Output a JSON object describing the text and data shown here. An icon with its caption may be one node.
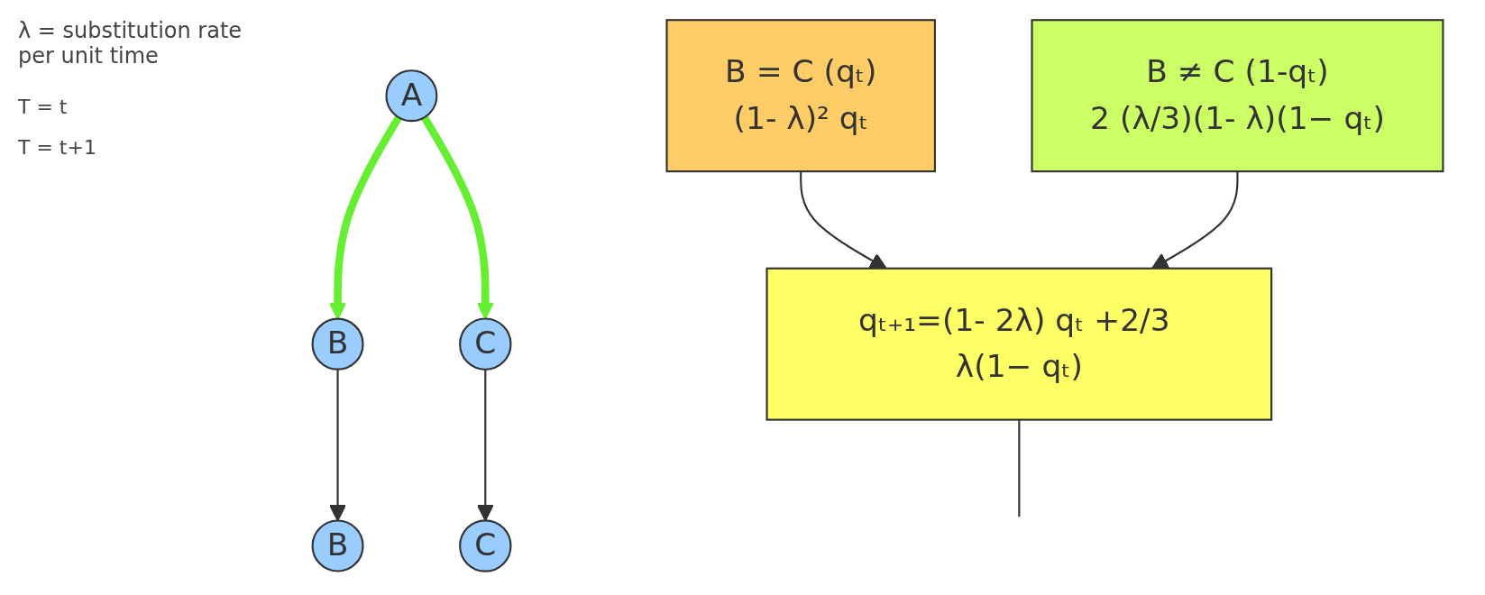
{
  "diagram": {
    "title": "λ = substitution rate per unit time",
    "nodes": [
      {
        "text": [
          "A"
        ]
      },
      {
        "text": [
          "B"
        ]
      },
      {
        "text": [
          "C"
        ]
      },
      {
        "text": [
          "B"
        ]
      },
      {
        "text": [
          "C"
        ]
      },
      {
        "text": [
          "B = C (qₜ)",
          "(1- λ)² qₜ"
        ]
      },
      {
        "text": [
          "B ≠ C (1-qₜ)",
          "2 (λ/3)(1- λ)(1− qₜ)"
        ]
      },
      {
        "text": [
          "qₜ₊₁=(1- 2λ) qₜ +2/3 λ(1− qₜ)"
        ]
      }
    ],
    "edges": [
      {
        "from": 0,
        "to": 1,
        "arrow": "to",
        "style": "thick",
        "color": "#66ee33"
      },
      {
        "from": 0,
        "to": 2,
        "arrow": "to",
        "style": "thick",
        "color": "#66ee33"
      },
      {
        "from": 1,
        "to": 3,
        "arrow": "to"
      },
      {
        "from": 2,
        "to": 4,
        "arrow": "to"
      },
      {
        "from": 5,
        "to": 7,
        "arrow": "to"
      },
      {
        "from": 6,
        "to": 7,
        "arrow": "to"
      },
      {
        "from": 7,
        "to": null,
        "arrow": "none"
      }
    ],
    "labels": [
      "T = t",
      "T = t+1"
    ]
  }
}
